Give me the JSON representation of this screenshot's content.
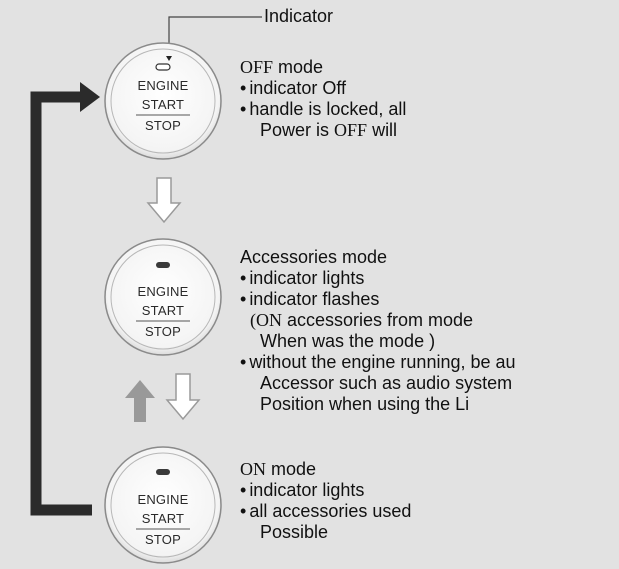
{
  "indicator_label": "Indicator",
  "button": {
    "line1": "ENGINE",
    "line2": "START",
    "line3": "STOP"
  },
  "off_mode": {
    "title_prefix": "OFF",
    "title_suffix": " mode",
    "line1": "indicator Off",
    "line2": "handle is locked, all",
    "line3_a": "Power is ",
    "line3_b": "OFF",
    "line3_c": " will"
  },
  "acc_mode": {
    "title": "Accessories mode",
    "line1": "indicator lights",
    "line2": "indicator flashes",
    "line3_a": "(",
    "line3_b": "ON",
    "line3_c": " accessories from mode",
    "line4": "When was the mode )",
    "line5": "without the engine running, be au",
    "line6": "Accessor such as audio system",
    "line7": "Position when using the Li"
  },
  "on_mode": {
    "title_prefix": "ON",
    "title_suffix": " mode",
    "line1": "indicator lights",
    "line2": "all accessories used",
    "line3": "Possible"
  },
  "colors": {
    "background": "#e2e2e2",
    "loop_arrow": "#2b2b2b",
    "up_arrow": "#999999",
    "down_arrow_outline": "#9a9a9a"
  }
}
